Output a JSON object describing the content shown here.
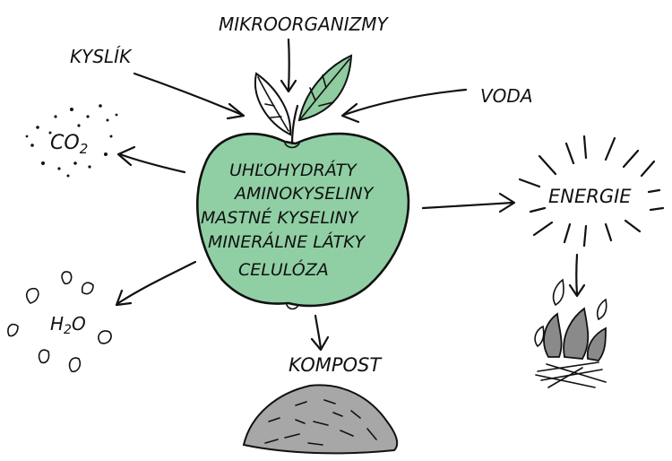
{
  "labels": {
    "microorganisms": "MIKROORGANIZMY",
    "oxygen": "KYSLÍK",
    "water": "VODA",
    "co2_main": "CO",
    "co2_sub": "2",
    "energy": "ENERGIE",
    "h2o_h": "H",
    "h2o_sub": "2",
    "h2o_o": "O",
    "compost": "KOMPOST"
  },
  "apple_contents": [
    "UHĽOHYDRÁTY",
    "AMINOKYSELINY",
    "MASTNÉ KYSELINY",
    "MINERÁLNE LÁTKY",
    "CELULÓZA"
  ],
  "colors": {
    "apple_fill": "#90cfa4",
    "leaf_fill": "#8fcc9f",
    "ink": "#111111",
    "compost_fill": "#a7a7a7",
    "flame_fill": "#8a8a8a"
  },
  "icons": {
    "apple": "apple-icon",
    "fire": "campfire-icon",
    "compost": "compost-pile-icon",
    "droplets": "water-droplets-icon",
    "co2_dots": "gas-dots-icon",
    "energy_rays": "radiating-lines-icon"
  }
}
